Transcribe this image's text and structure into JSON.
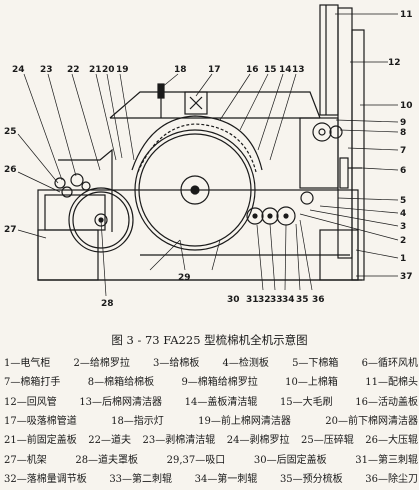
{
  "figure": {
    "caption": "图 3 - 73    FA225 型梳棉机全机示意图",
    "callouts": [
      "1",
      "2",
      "3",
      "4",
      "5",
      "6",
      "7",
      "8",
      "9",
      "10",
      "11",
      "12",
      "13",
      "14",
      "15",
      "16",
      "17",
      "18",
      "19",
      "20",
      "21",
      "22",
      "23",
      "24",
      "25",
      "26",
      "27",
      "28",
      "29",
      "30",
      "31",
      "32",
      "33",
      "34",
      "35",
      "36",
      "37"
    ],
    "legend_rows": [
      [
        "1—电气柜",
        "2—给棉罗拉",
        "3—给棉板",
        "4—检测板",
        "5—下棉箱",
        "6—循环风机"
      ],
      [
        "7—棉箱打手",
        "8—棉箱给棉板",
        "9—棉箱给棉罗拉",
        "10—上棉箱",
        "11—配棉头"
      ],
      [
        "12—回风管",
        "13—后棉网清洁器",
        "14—盖板清洁辊",
        "15—大毛刷",
        "16—活动盖板"
      ],
      [
        "17—吸落棉管道",
        "18—指示灯",
        "19—前上棉网清洁器",
        "20—前下棉网清洁器"
      ],
      [
        "21—前固定盖板",
        "22—道夫",
        "23—剥棉清洁辊",
        "24—剥棉罗拉",
        "25—压碎辊",
        "26—大压辊"
      ],
      [
        "27—机架",
        "28—道夫罩板",
        "29,37—吸口",
        "30—后固定盖板",
        "31—第三刺辊"
      ],
      [
        "32—落棉量调节板",
        "33—第二刺辊",
        "34—第一刺辊",
        "35—预分梳板",
        "36—除尘刀"
      ]
    ]
  }
}
